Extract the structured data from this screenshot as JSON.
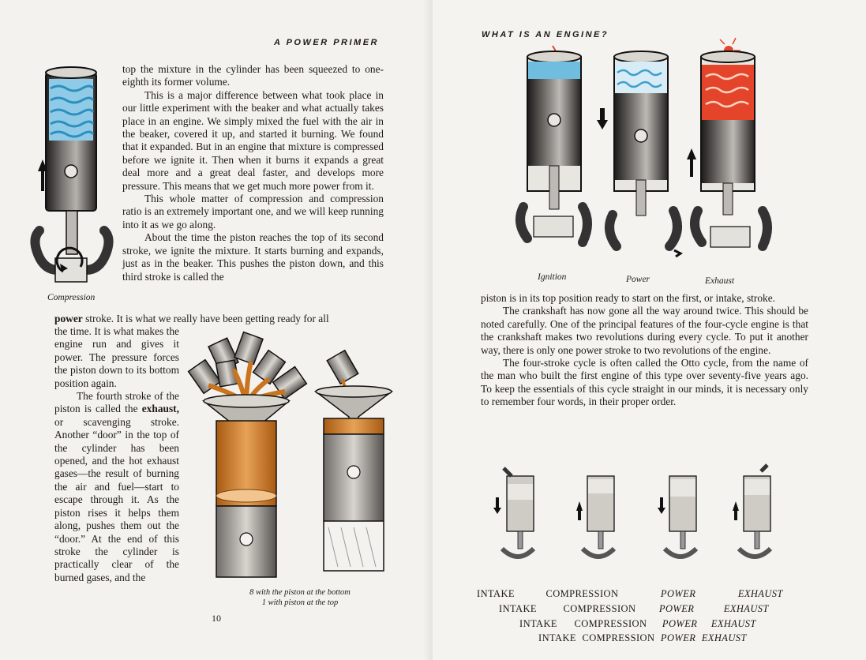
{
  "left_page": {
    "running_head": "A POWER PRIMER",
    "folio": "10",
    "paragraph_1": "top the mixture in the cylinder has been squeezed to one-eighth its former volume.",
    "paragraph_2": "This is a major difference between what took place in our little experiment with the beaker and what actually takes place in an engine. We simply mixed the fuel with the air in the beaker, covered it up, and started it burning. We found that it expanded. But in an engine that mixture is compressed before we ignite it. Then when it burns it expands a great deal more and a great deal faster, and develops more pressure. This means that we get much more power from it.",
    "paragraph_3": "This whole matter of compression and compression ratio is an extremely important one, and we will keep running into it as we go along.",
    "paragraph_4a": "About the time the piston reaches the top of its second stroke, we ignite the mixture. It starts burning and expands, just as in the beaker. This pushes the piston down, and this third stroke is called the",
    "paragraph_4_bold": "power",
    "paragraph_4b": "stroke. It is what we really have been getting ready for all the time. It is what makes the engine run and gives it power. The pressure forces the piston down to its bottom position again.",
    "paragraph_5a": "The fourth stroke of the piston is called the",
    "paragraph_5_bold": "exhaust,",
    "paragraph_5b": "or scavenging stroke. Another “door” in the top of the cylinder has been opened, and the hot exhaust gases—the result of burning the air and fuel—start to escape through it. As the piston rises it helps them along, pushes them out the “door.” At the end of this stroke the cylinder is practically clear of the burned gases, and the",
    "figure_compression_caption": "Compression",
    "figure_beakers_caption_1": "8 with the piston at the bottom",
    "figure_beakers_caption_2": "1 with piston at the top"
  },
  "right_page": {
    "running_head": "WHAT IS AN ENGINE?",
    "figure_captions": [
      "Ignition",
      "Power",
      "Exhaust"
    ],
    "paragraph_1": "piston is in its top position ready to start on the first, or intake, stroke.",
    "paragraph_2": "The crankshaft has now gone all the way around twice. This should be noted carefully. One of the principal features of the four-cycle engine is that the crankshaft makes two revolutions during every cycle. To put it another way, there is only one power stroke to two revolutions of the engine.",
    "paragraph_3": "The four-stroke cycle is often called the Otto cycle, from the name of the man who built the first engine of this type over seventy-five years ago. To keep the essentials of this cycle straight in our minds, it is necessary only to remember four words, in their proper order.",
    "four_words_rows": [
      [
        "INTAKE",
        "COMPRESSION",
        "POWER",
        "EXHAUST"
      ],
      [
        "INTAKE",
        "COMPRESSION",
        "POWER",
        "EXHAUST"
      ],
      [
        "INTAKE",
        "COMPRESSION",
        "POWER",
        "EXHAUST"
      ],
      [
        "INTAKE",
        "COMPRESSION",
        "POWER",
        "EXHAUST"
      ]
    ]
  },
  "colors": {
    "fuel_orange": "#c9741f",
    "mixture_blue": "#5ab1d6",
    "burn_red": "#e4452a",
    "steel_dark": "#2a2726"
  }
}
